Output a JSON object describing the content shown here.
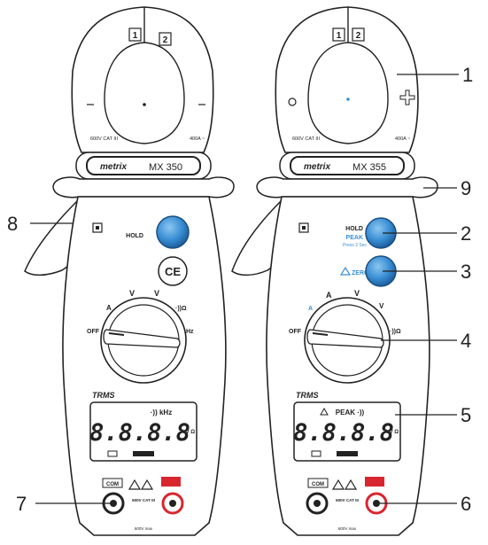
{
  "meter_left": {
    "brand": "metrix",
    "model": "MX 350",
    "jaw_badge_1": "1",
    "jaw_badge_2": "2",
    "cat_rating": "600V CAT III",
    "current_rating": "400A ~",
    "hold_label": "HOLD",
    "dial_labels": {
      "off": "OFF",
      "a_ac": "A",
      "v_ac": "V",
      "v_dc": "V",
      "ohm": "·))Ω",
      "hz": "Hz"
    },
    "trms": "TRMS",
    "lcd": {
      "digits": "8.8.8.8",
      "top_right": "·)) kHz",
      "units": "A V Ω"
    },
    "jacks": {
      "com": "COM",
      "cat": "600V CAT III",
      "max": "600V max"
    }
  },
  "meter_right": {
    "brand": "metrix",
    "model": "MX 355",
    "jaw_badge_1": "1",
    "jaw_badge_2": "2",
    "cat_rating": "600V CAT III",
    "current_rating": "400A ~",
    "hold_label": "HOLD",
    "peak_label": "PEAK",
    "peak_sub": "Press 2 Sec",
    "zero_label": "ZERO",
    "dial_labels": {
      "off": "OFF",
      "a_dc": "A",
      "a_ac": "A",
      "v_ac": "V",
      "v_dc": "V",
      "ohm": "·))Ω"
    },
    "trms": "TRMS",
    "lcd": {
      "top": "PEAK ·))",
      "digits": "8.8.8.8",
      "units": "A V Ω"
    },
    "jacks": {
      "com": "COM",
      "cat": "600V CAT III",
      "max": "600V max"
    }
  },
  "callouts": [
    "1",
    "2",
    "3",
    "4",
    "5",
    "6",
    "7",
    "8",
    "9"
  ],
  "colors": {
    "button_blue": "#3a8fd4",
    "jack_red": "#d8262f",
    "outline": "#222222"
  }
}
